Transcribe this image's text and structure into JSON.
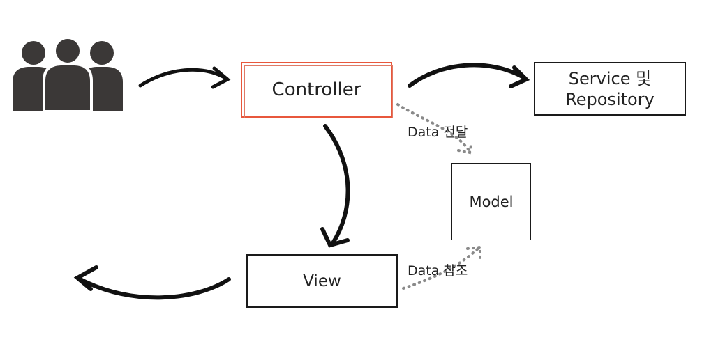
{
  "diagram": {
    "nodes": {
      "users": {
        "icon": "users-group-icon"
      },
      "controller": {
        "label": "Controller",
        "accent": "#e8573c"
      },
      "service": {
        "label": "Service 및\nRepository"
      },
      "model": {
        "label": "Model"
      },
      "view": {
        "label": "View"
      }
    },
    "edges": {
      "data_pass": {
        "label": "Data 전달"
      },
      "data_ref": {
        "label": "Data 참조"
      }
    },
    "colors": {
      "stroke": "#111111",
      "dotted": "#8a8a8a",
      "icon": "#3b3837"
    }
  }
}
